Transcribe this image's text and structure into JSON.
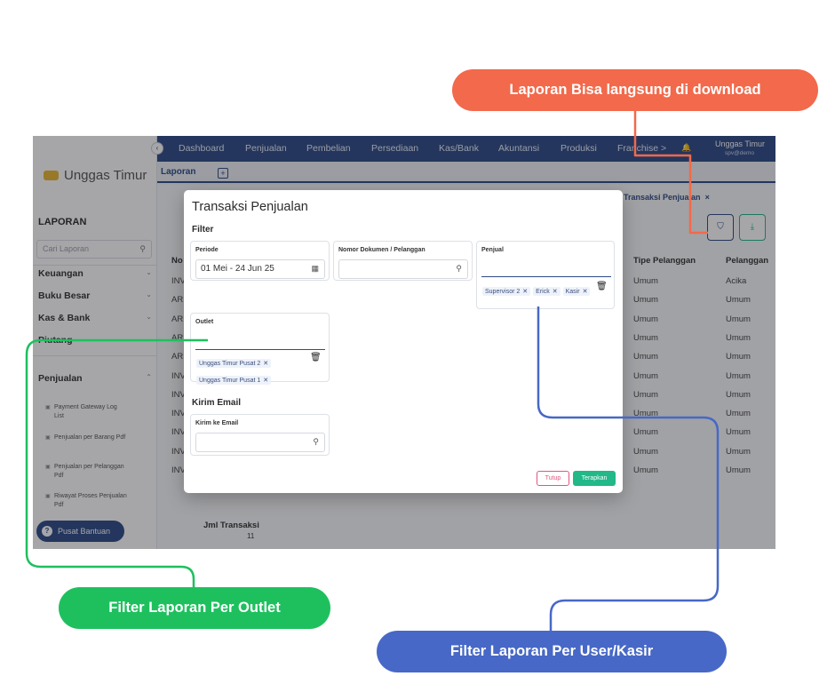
{
  "annotations": {
    "download": "Laporan Bisa langsung di download",
    "outlet": "Filter Laporan Per Outlet",
    "kasir": "Filter Laporan Per User/Kasir"
  },
  "app": {
    "logo_text": "Unggas Timur",
    "nav": [
      "Dashboard",
      "Penjualan",
      "Pembelian",
      "Persediaan",
      "Kas/Bank",
      "Akuntansi",
      "Produksi",
      "Franchise >"
    ],
    "user_name": "Unggas Timur",
    "user_sub": "spv@demo",
    "tab_label": "Laporan",
    "tab_add": "+",
    "sidebar": {
      "title": "LAPORAN",
      "search_placeholder": "Cari Laporan",
      "items": [
        "Keuangan",
        "Buku Besar",
        "Kas & Bank",
        "Piutang",
        "Penjualan"
      ],
      "sub_items": [
        "Payment Gateway Log List",
        "Penjualan per Barang Pdf",
        "Penjualan per Pelanggan Pdf",
        "Riwayat Proses Penjualan Pdf"
      ],
      "help_button": "Pusat Bantuan"
    },
    "report": {
      "tab_title": "Transaksi Penjualan",
      "tab_close": "×",
      "col_no": "No",
      "col_tipe": "Tipe Pelanggan",
      "col_pelanggan": "Pelanggan",
      "row_prefixes": [
        "INV",
        "AR",
        "AR",
        "AR",
        "AR",
        "INV",
        "INV",
        "INV",
        "INV",
        "INV",
        "INV"
      ],
      "tipe_values": [
        "Umum",
        "Umum",
        "Umum",
        "Umum",
        "Umum",
        "Umum",
        "Umum",
        "Umum",
        "Umum",
        "Umum",
        "Umum"
      ],
      "pelanggan_values": [
        "Acika",
        "Umum",
        "Umum",
        "Umum",
        "Umum",
        "Umum",
        "Umum",
        "Umum",
        "Umum",
        "Umum",
        "Umum"
      ],
      "footer_label": "Jml Transaksi",
      "footer_value": "11"
    }
  },
  "modal": {
    "title": "Transaksi Penjualan",
    "filter_heading": "Filter",
    "periode_label": "Periode",
    "periode_value": "01 Mei - 24 Jun 25",
    "nomor_label": "Nomor Dokumen / Pelanggan",
    "nomor_value": "",
    "penjual_label": "Penjual",
    "penjual_chips": [
      "Supervisor 2",
      "Erick",
      "Kasir"
    ],
    "outlet_label": "Outlet",
    "outlet_chips": [
      "Unggas Timur Pusat 2",
      "Unggas Timur Pusat 1"
    ],
    "email_heading": "Kirim Email",
    "email_label": "Kirim ke Email",
    "email_value": "",
    "btn_tutup": "Tutup",
    "btn_terapkan": "Terapkan"
  },
  "colors": {
    "primary": "#2e4b86",
    "orange": "#f2694b",
    "green": "#1ec05e",
    "blue": "#4768c6"
  }
}
